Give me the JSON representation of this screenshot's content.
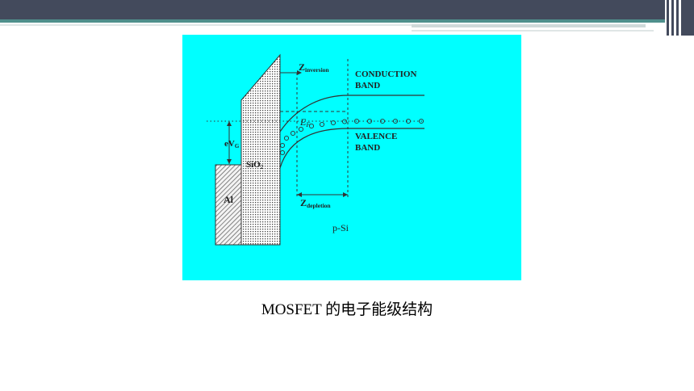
{
  "colors": {
    "header_dark": "#434a5c",
    "header_teal": "#4f8f8c",
    "figure_background": "#00ffff"
  },
  "diagram": {
    "labels": {
      "z_inversion_main": "Z",
      "z_inversion_sub": "inversion",
      "conduction_band_line1": "CONDUCTION",
      "conduction_band_line2": "BAND",
      "fermi_main": "E",
      "fermi_sub": "F",
      "valence_band_line1": "VALENCE",
      "valence_band_line2": "BAND",
      "evg_main": "eV",
      "evg_sub": "G",
      "sio2_main": "SiO",
      "sio2_sub": "2",
      "al": "Al",
      "z_depletion_main": "Z",
      "z_depletion_sub": "depletion",
      "psi": "p-Si"
    }
  },
  "caption": "MOSFET 的电子能级结构"
}
